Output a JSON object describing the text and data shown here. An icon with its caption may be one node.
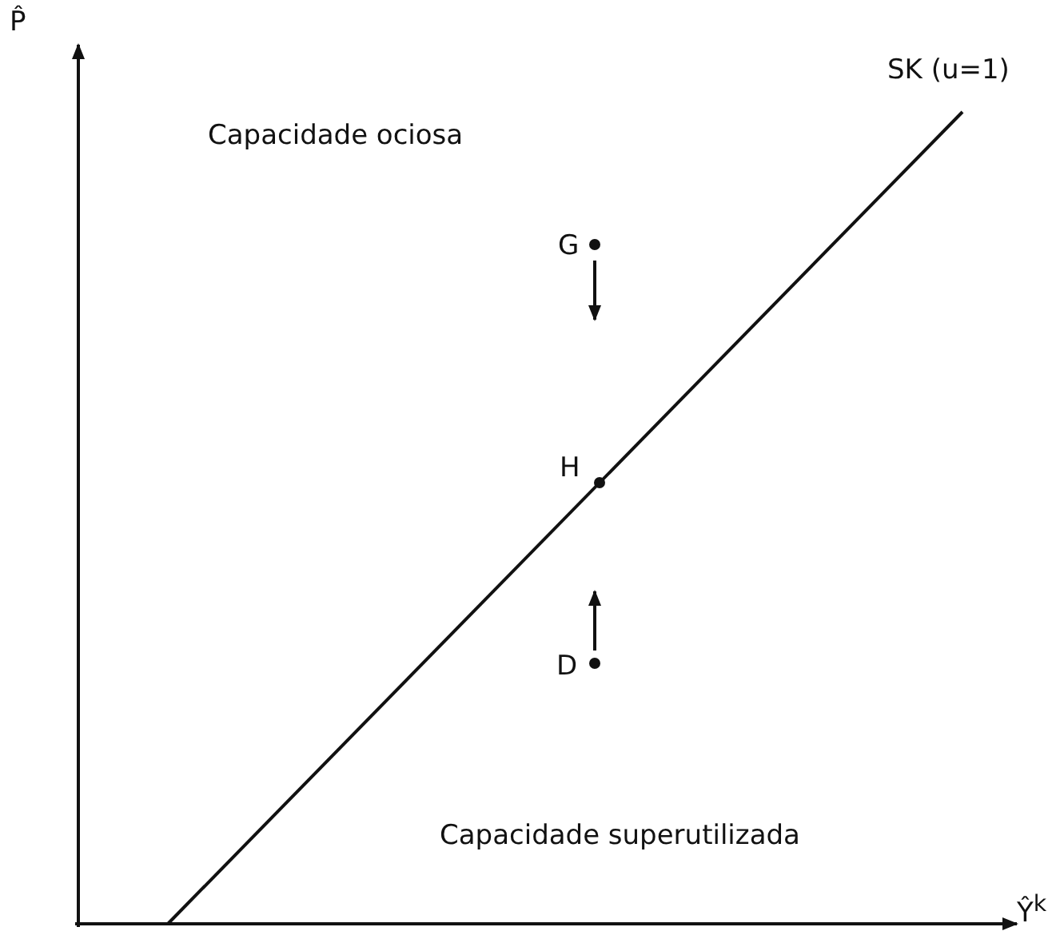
{
  "diagram": {
    "labels": [
      "P̂",
      "SK (u=1)",
      "Capacidade ociosa",
      "G",
      "H",
      "D",
      "Capacidade superutilizada",
      "Ŷ$^{k}$"
    ]
  }
}
